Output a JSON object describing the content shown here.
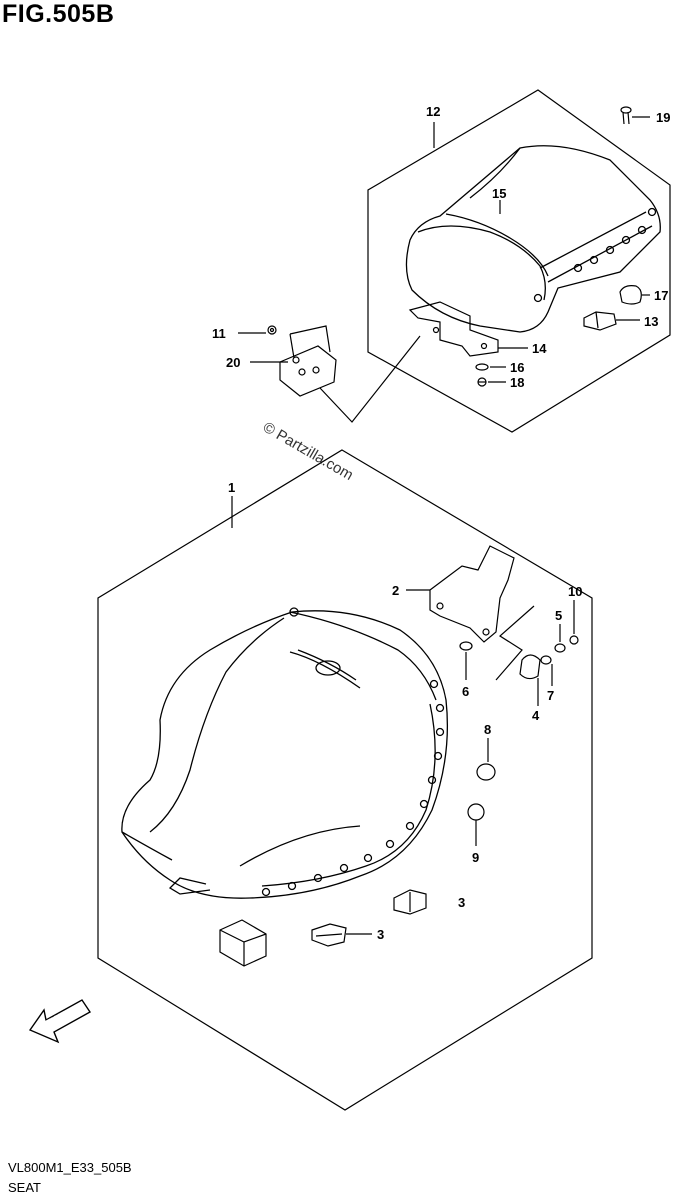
{
  "figure": {
    "title": "FIG.505B",
    "code": "VL800M1_E33_505B",
    "name": "SEAT",
    "watermark": "© Partzilla.com",
    "fwd_label": "FWD"
  },
  "callouts": {
    "c1": "1",
    "c2": "2",
    "c3a": "3",
    "c3b": "3",
    "c4": "4",
    "c5": "5",
    "c6": "6",
    "c7": "7",
    "c8": "8",
    "c9": "9",
    "c10": "10",
    "c11": "11",
    "c12": "12",
    "c13": "13",
    "c14": "14",
    "c15": "15",
    "c16": "16",
    "c17": "17",
    "c18": "18",
    "c19": "19",
    "c20": "20"
  }
}
